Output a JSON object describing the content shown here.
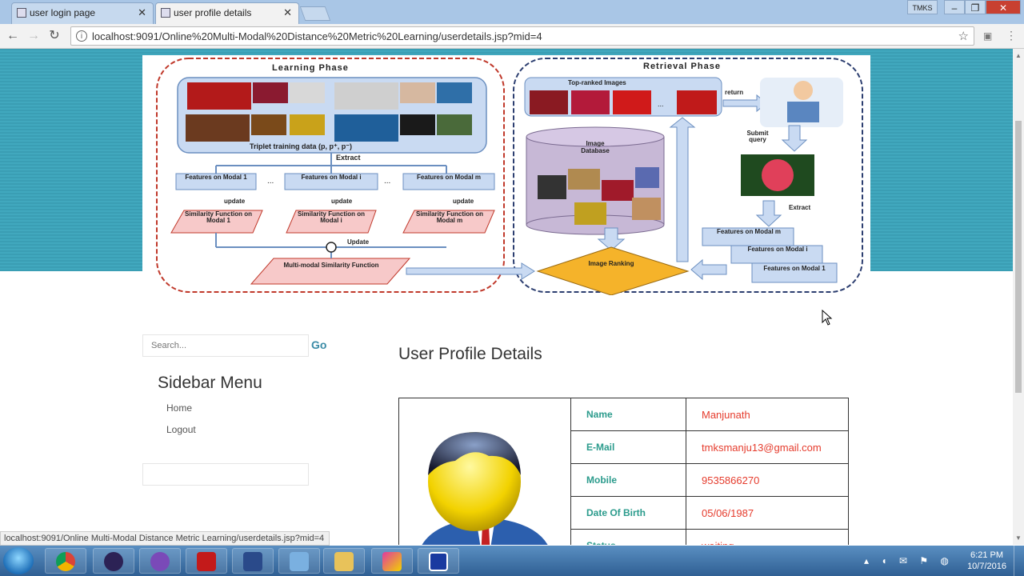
{
  "browser": {
    "tabs": [
      {
        "label": "user login page",
        "active": false
      },
      {
        "label": "user profile details",
        "active": true
      }
    ],
    "user_badge": "TMKS",
    "url": "localhost:9091/Online%20Multi-Modal%20Distance%20Metric%20Learning/userdetails.jsp?mid=4"
  },
  "diagram": {
    "learning_phase_title": "Learning Phase",
    "retrieval_phase_title": "Retrieval Phase",
    "triplet_label": "Triplet training data (p, p⁺, p⁻)",
    "extract_label": "Extract",
    "features": [
      "Features on Modal 1",
      "Features on Modal i",
      "Features on Modal m"
    ],
    "similarity": [
      "Similarity Function on Modal 1",
      "Similarity Function on Modal i",
      "Similarity Function on Modal m"
    ],
    "update_label": "update",
    "update_center": "Update",
    "multi_modal": "Multi-modal Similarity Function",
    "top_ranked": "Top-ranked Images",
    "return_label": "return",
    "submit_query": "Submit query",
    "image_database": "Image Database",
    "extract_right": "Extract",
    "image_ranking": "Image Ranking",
    "right_features": [
      "Features on Modal m",
      "Features on Modal i",
      "Features on Modal 1"
    ],
    "dots": "..."
  },
  "sidebar": {
    "search_placeholder": "Search...",
    "go_label": "Go",
    "title": "Sidebar Menu",
    "links": [
      "Home",
      "Logout"
    ]
  },
  "main": {
    "title": "User Profile Details",
    "rows": [
      {
        "label": "Name",
        "value": "Manjunath"
      },
      {
        "label": "E-Mail",
        "value": "tmksmanju13@gmail.com"
      },
      {
        "label": "Mobile",
        "value": "9535866270"
      },
      {
        "label": "Date Of Birth",
        "value": "05/06/1987"
      },
      {
        "label": "Status",
        "value": "waiting"
      }
    ]
  },
  "status_bar": "localhost:9091/Online Multi-Modal Distance Metric Learning/userdetails.jsp?mid=4",
  "taskbar": {
    "time": "6:21 PM",
    "date": "10/7/2016"
  },
  "colors": {
    "banner": "#3a9eb4",
    "label_teal": "#2b9b8c",
    "value_red": "#e53b2c",
    "go_blue": "#3a8ba6"
  }
}
